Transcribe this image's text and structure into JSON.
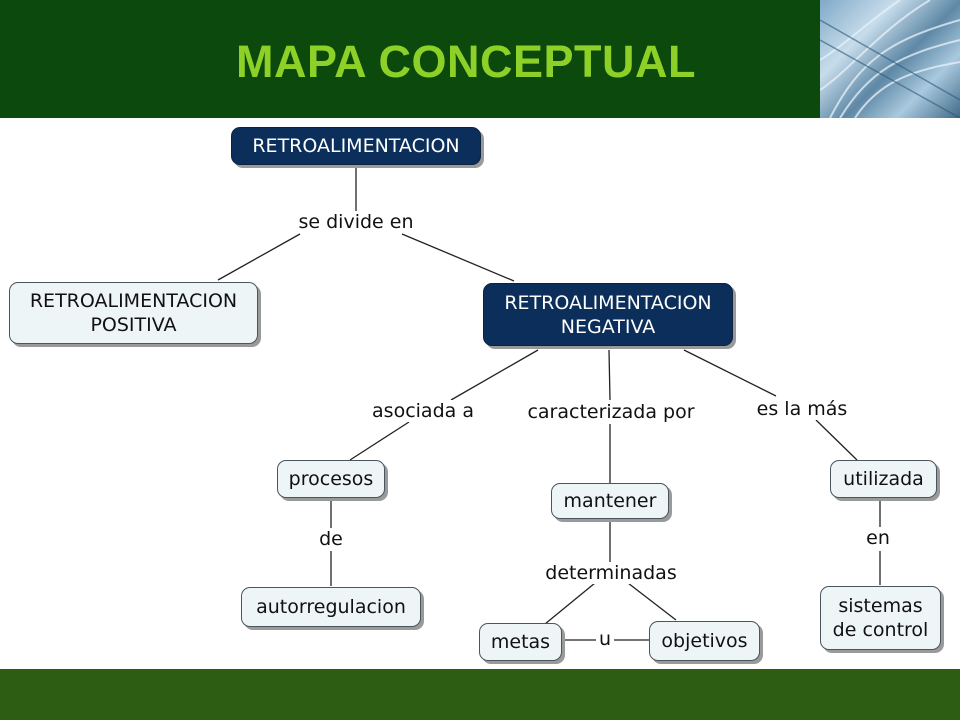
{
  "header": {
    "title": "MAPA CONCEPTUAL"
  },
  "nodes": {
    "retroalimentacion": "RETROALIMENTACION",
    "positiva": "RETROALIMENTACION\nPOSITIVA",
    "negativa": "RETROALIMENTACION\nNEGATIVA",
    "procesos": "procesos",
    "autorregulacion": "autorregulacion",
    "mantener": "mantener",
    "metas": "metas",
    "objetivos": "objetivos",
    "utilizada": "utilizada",
    "sistemas": "sistemas\nde control"
  },
  "links": {
    "se_divide_en": "se divide en",
    "asociada_a": "asociada a",
    "caracterizada_por": "caracterizada por",
    "es_la_mas": "es la más",
    "de": "de",
    "determinadas": "determinadas",
    "u": "u",
    "en": "en"
  },
  "colors": {
    "header_bg": "#0b4a0c",
    "title": "#8dd028",
    "footer_bg": "#2c5d12",
    "dark_node": "#0b2f5a",
    "light_node": "#eef5f7"
  }
}
